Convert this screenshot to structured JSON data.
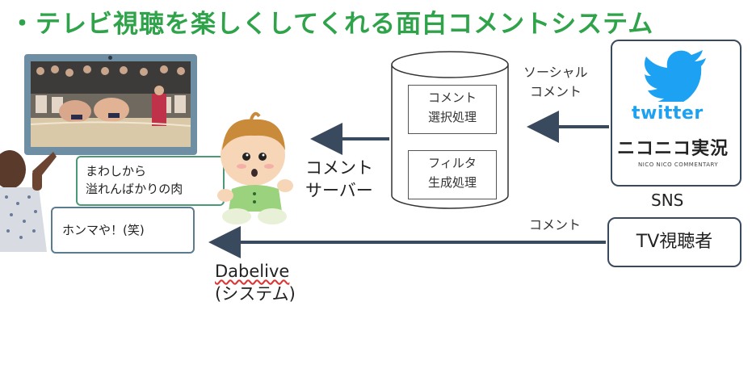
{
  "title": "・テレビ視聴を楽しくしてくれる面白コメントシステム",
  "bubbles": {
    "viewer_comment_line1": "まわしから",
    "viewer_comment_line2": "溢れんばかりの肉",
    "person_comment": "ホンマや！(笑)"
  },
  "server": {
    "label_line1": "コメント",
    "label_line2": "サーバー",
    "box1_line1": "コメント",
    "box1_line2": "選択処理",
    "box2_line1": "フィルタ",
    "box2_line2": "生成処理"
  },
  "arrows": {
    "social_comment_line1": "ソーシャル",
    "social_comment_line2": "コメント",
    "comment": "コメント"
  },
  "sns": {
    "twitter_text": "twitter",
    "niconico_text": "ニコニコ実況",
    "niconico_sub": "NICO NICO COMMENTARY",
    "label": "SNS"
  },
  "tv_viewer": "TV視聴者",
  "dabelive": {
    "name": "Dabelive",
    "sub": "(システム)"
  },
  "colors": {
    "title": "#2fa34a",
    "arrow": "#3a4a5e",
    "twitter": "#1da1f2",
    "bubble_border": "#4a9a78"
  }
}
